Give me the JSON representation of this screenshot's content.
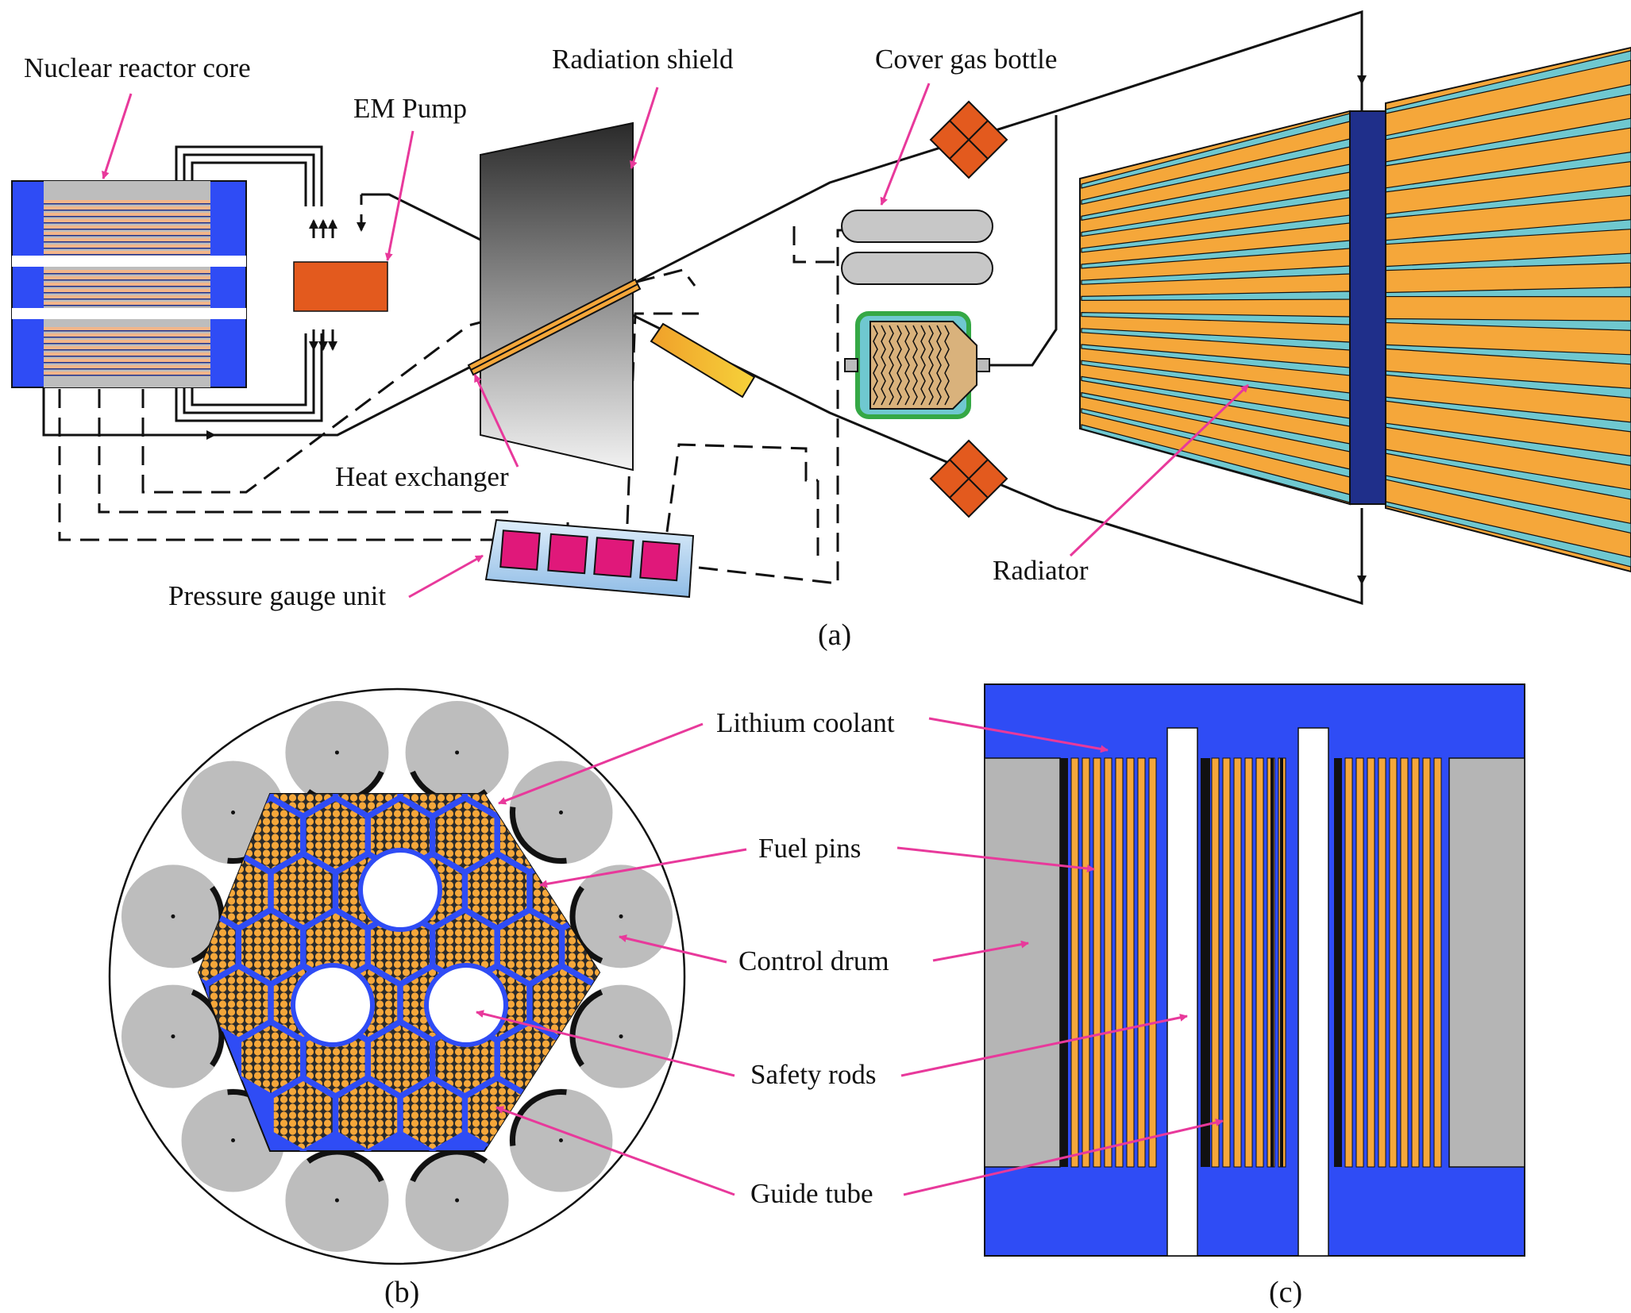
{
  "panel_a": {
    "caption": "(a)",
    "labels": {
      "core": "Nuclear reactor core",
      "pump": "EM Pump",
      "shield": "Radiation shield",
      "cover_gas": "Cover gas bottle",
      "heat_exchanger": "Heat exchanger",
      "pressure_gauge": "Pressure gauge unit",
      "radiator": "Radiator"
    }
  },
  "panel_b": {
    "caption": "(b)"
  },
  "panel_c": {
    "caption": "(c)"
  },
  "callouts_bc": {
    "lithium": "Lithium coolant",
    "fuel_pins": "Fuel pins",
    "control_drum": "Control drum",
    "safety_rods": "Safety rods",
    "guide_tube": "Guide tube"
  },
  "colors": {
    "arrow": "#e8399b",
    "blue": "#2f4cf5",
    "orange": "#f5a73a",
    "gray": "#bdbdbd",
    "pump": "#e35a1e",
    "navy": "#1f2f8a",
    "teal": "#6fc8d0",
    "magenta": "#e0187a"
  }
}
